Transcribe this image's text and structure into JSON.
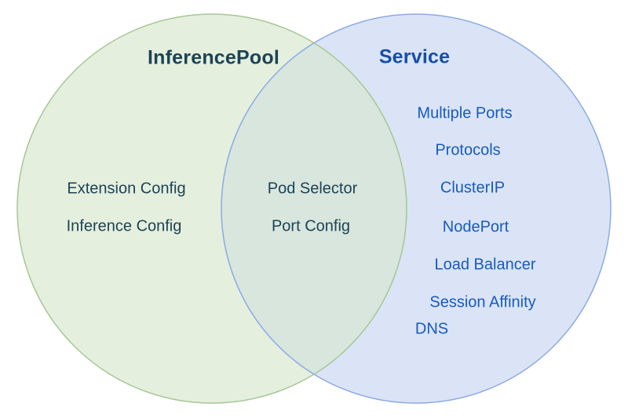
{
  "diagram": {
    "type": "venn",
    "left_set": {
      "title": "InferencePool",
      "items": [
        "Extension Config",
        "Inference Config"
      ]
    },
    "right_set": {
      "title": "Service",
      "items": [
        "Multiple Ports",
        "Protocols",
        "ClusterIP",
        "NodePort",
        "Load Balancer",
        "Session Affinity",
        "DNS"
      ]
    },
    "intersection": {
      "items": [
        "Pod Selector",
        "Port Config"
      ]
    }
  },
  "colors": {
    "left_fill": "#e5efde",
    "left_stroke": "#a6c794",
    "right_fill": "#dae4f6",
    "right_stroke": "#8caae4",
    "overlap_fill": "#d8e6de",
    "left_text": "#1c4355",
    "right_title_text": "#174ea6",
    "right_item_text": "#185abc"
  }
}
